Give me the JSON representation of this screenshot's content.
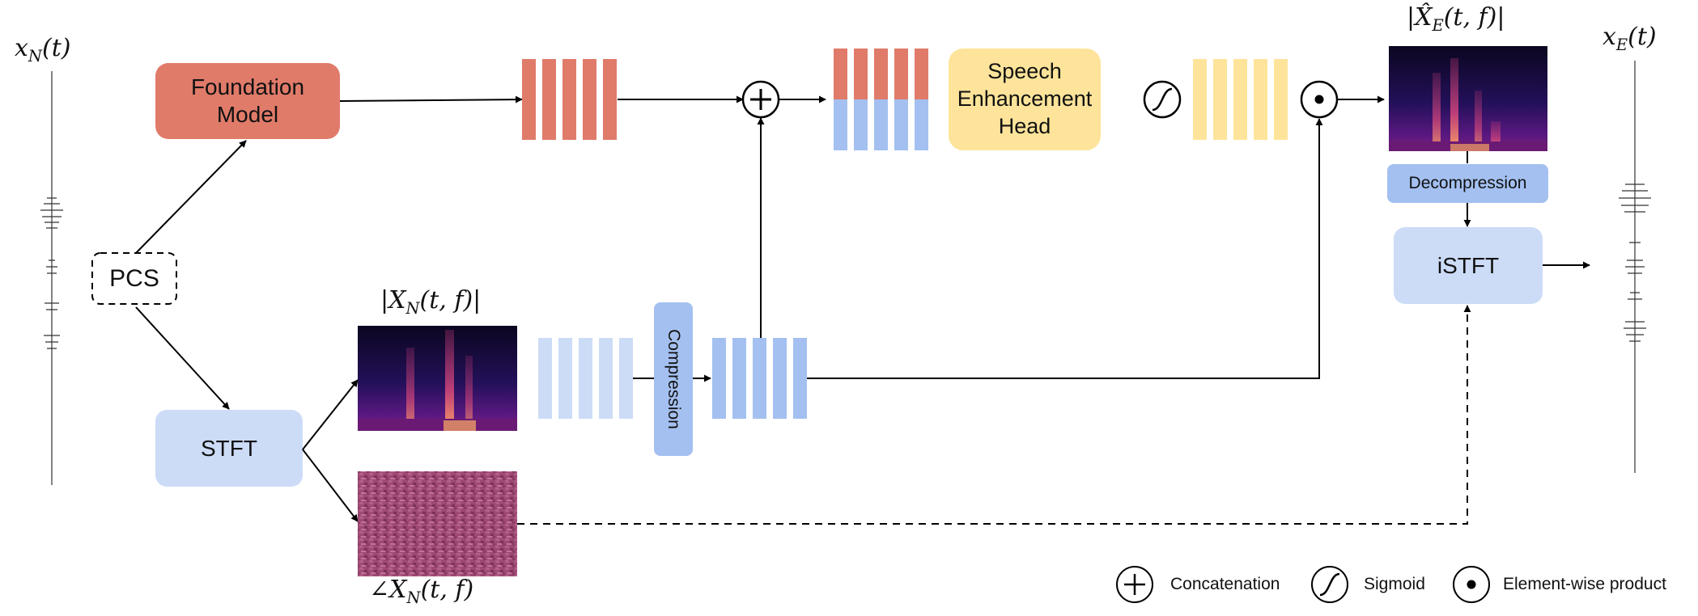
{
  "colors": {
    "foundation": "#E07B6A",
    "speech_head": "#FDE49A",
    "stft_box": "#CCDCF7",
    "blue_bar": "#A4C0F0",
    "light_blue_bar": "#CCDCF7",
    "red_bar": "#E07B6A",
    "yellow_bar": "#FDE49A",
    "line": "#000000"
  },
  "labels": {
    "input_signal": "x_N(t)",
    "output_signal": "x_E(t)",
    "foundation_model": "Foundation\nModel",
    "pcs": "PCS",
    "stft": "STFT",
    "compression": "Compression",
    "speech_head": "Speech\nEnhancement\nHead",
    "decompression": "Decompression",
    "istft": "iSTFT",
    "magnitude": "|X_N(t, f)|",
    "phase": "∠X_N(t, f)",
    "enhanced_magnitude": "|X̂_E(t, f)|"
  },
  "legend": {
    "concat": {
      "icon": "plus-circle-icon",
      "label": "Concatenation"
    },
    "sigmoid": {
      "icon": "sigmoid-icon",
      "label": "Sigmoid"
    },
    "product": {
      "icon": "dot-circle-icon",
      "label": "Element-wise product"
    }
  }
}
